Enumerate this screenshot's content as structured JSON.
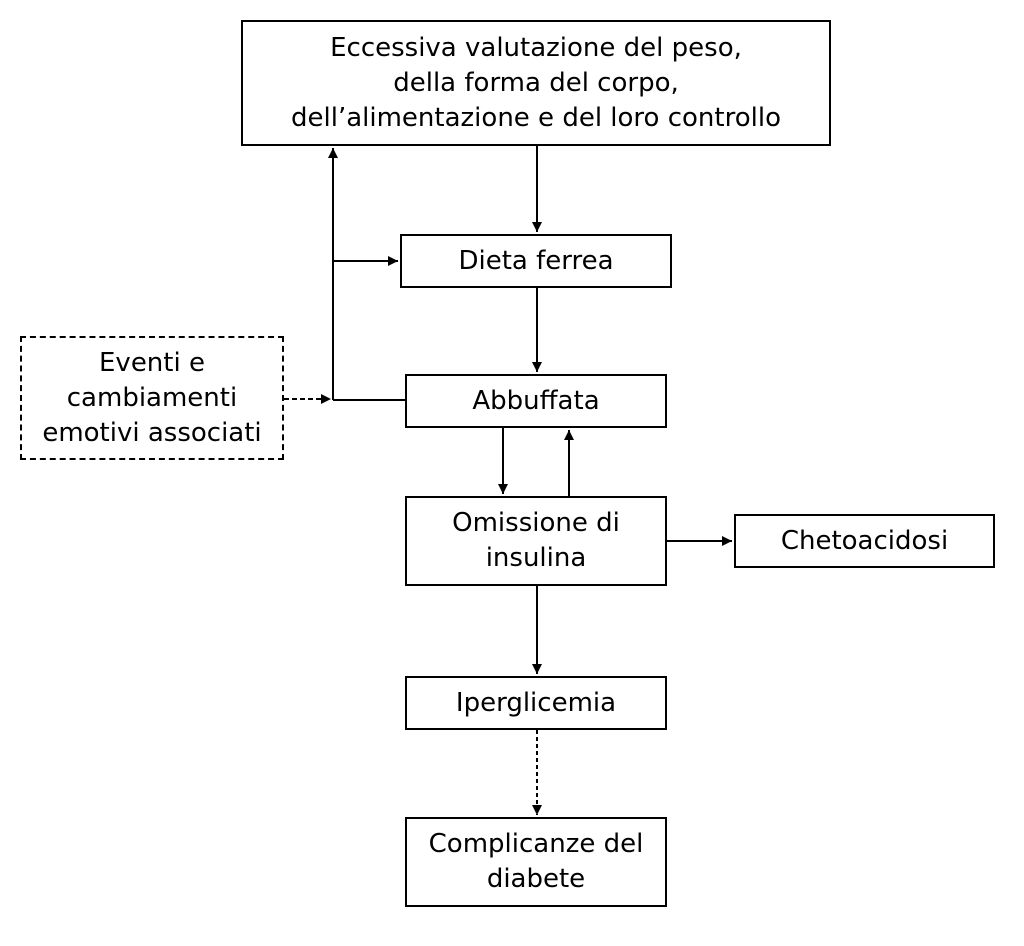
{
  "diagram": {
    "nodes": {
      "top": "Eccessiva valutazione del peso,\ndella forma del corpo,\ndell’alimentazione e del loro controllo",
      "dieta": "Dieta ferrea",
      "abbuffata": "Abbuffata",
      "eventi": "Eventi e\ncambiamenti\nemotivi associati",
      "omissione": "Omissione di\ninsulina",
      "chetoacidosi": "Chetoacidosi",
      "iperglicemia": "Iperglicemia",
      "complicanze": "Complicanze del\ndiabete"
    },
    "edges": [
      {
        "from": "top",
        "to": "dieta",
        "style": "solid"
      },
      {
        "from": "dieta",
        "to": "abbuffata",
        "style": "solid"
      },
      {
        "from": "abbuffata",
        "to": "omissione",
        "style": "solid"
      },
      {
        "from": "omissione",
        "to": "abbuffata",
        "style": "solid"
      },
      {
        "from": "abbuffata",
        "to": "top",
        "style": "solid"
      },
      {
        "from": "abbuffata",
        "to": "dieta",
        "style": "solid"
      },
      {
        "from": "eventi",
        "to": "abbuffata",
        "style": "dashed"
      },
      {
        "from": "omissione",
        "to": "chetoacidosi",
        "style": "solid"
      },
      {
        "from": "omissione",
        "to": "iperglicemia",
        "style": "solid"
      },
      {
        "from": "iperglicemia",
        "to": "complicanze",
        "style": "dotted"
      }
    ]
  }
}
